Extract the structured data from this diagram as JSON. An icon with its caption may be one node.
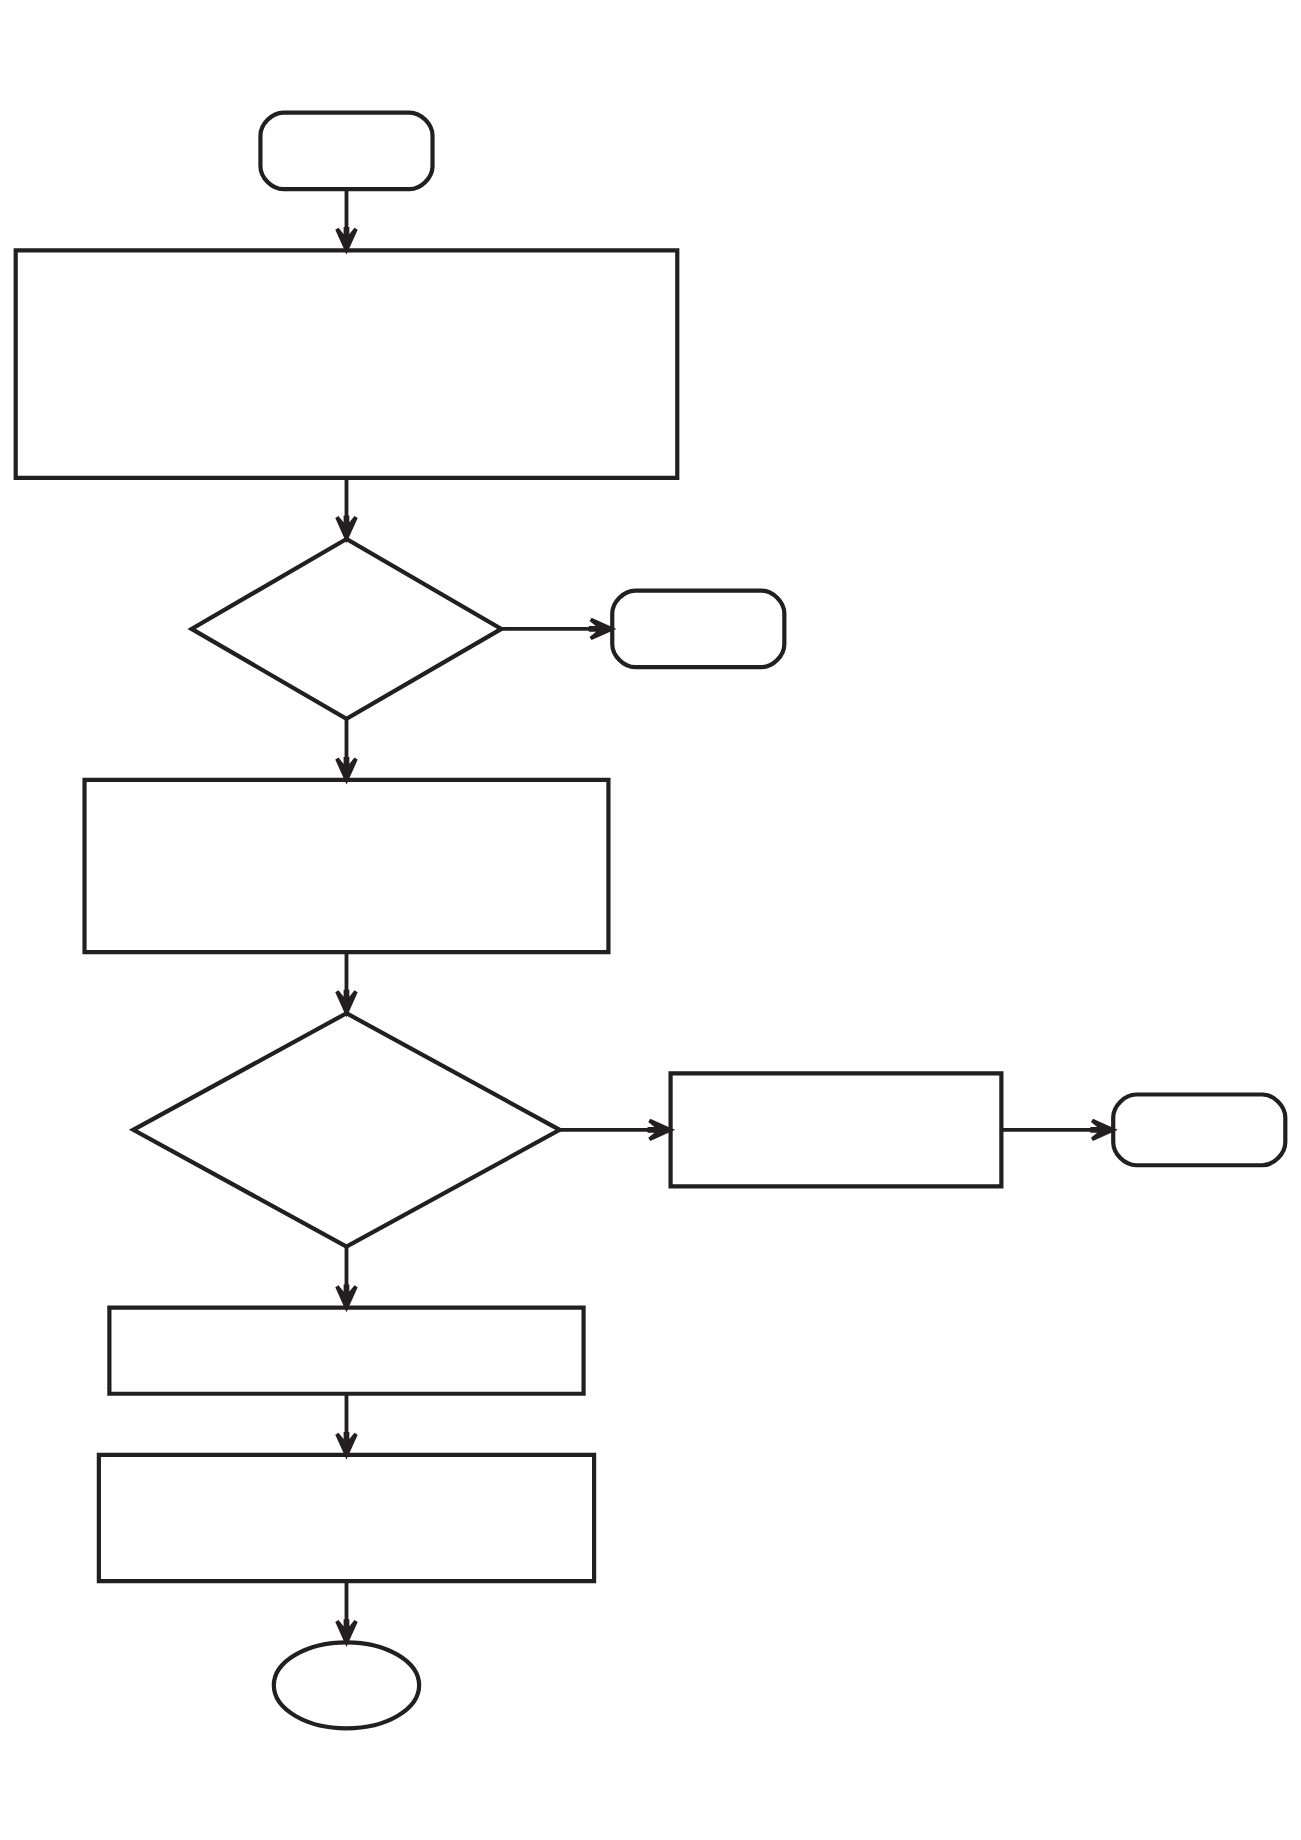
{
  "diagram": {
    "nodes": [
      {
        "text": [],
        "shape": "pill"
      },
      {
        "text": [],
        "shape": "box"
      },
      {
        "text": [],
        "shape": "diamond"
      },
      {
        "text": [],
        "shape": "pill"
      },
      {
        "text": [],
        "shape": "box"
      },
      {
        "text": [],
        "shape": "diamond"
      },
      {
        "text": [],
        "shape": "box"
      },
      {
        "text": [],
        "shape": "pill"
      },
      {
        "text": [],
        "shape": "box"
      },
      {
        "text": [],
        "shape": "box"
      },
      {
        "text": [],
        "shape": "ellipse"
      }
    ],
    "edges": [
      {
        "from": 0,
        "to": 1,
        "arrow": "to"
      },
      {
        "from": 1,
        "to": 2,
        "arrow": "to"
      },
      {
        "from": 2,
        "to": 3,
        "arrow": "to"
      },
      {
        "from": 2,
        "to": 4,
        "arrow": "to"
      },
      {
        "from": 4,
        "to": 5,
        "arrow": "to"
      },
      {
        "from": 5,
        "to": 6,
        "arrow": "to"
      },
      {
        "from": 6,
        "to": 7,
        "arrow": "to"
      },
      {
        "from": 5,
        "to": 8,
        "arrow": "to"
      },
      {
        "from": 8,
        "to": 9,
        "arrow": "to"
      },
      {
        "from": 9,
        "to": 10,
        "arrow": "to"
      }
    ]
  }
}
